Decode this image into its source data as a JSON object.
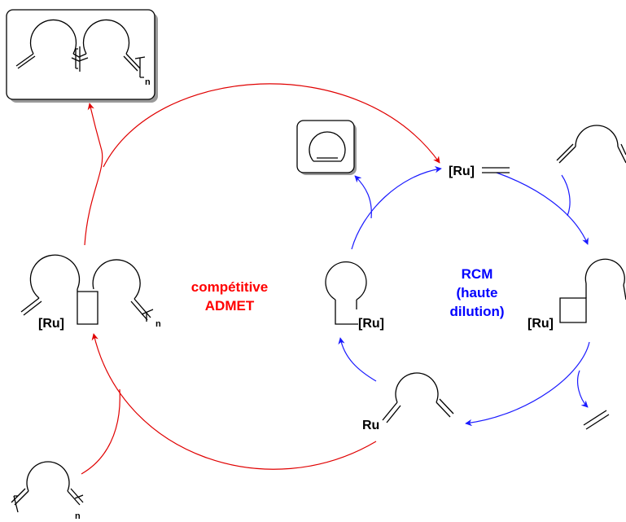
{
  "labels": {
    "ru_carbene": "[Ru]",
    "ru_metallacycle_left": "[Ru]",
    "ru_metallacycle_center": "[Ru]",
    "ru_metallacycle_right": "[Ru]",
    "ru_alkylidene_bottom": "Ru",
    "n_polymer_product": "n",
    "n_left_intermediate": "n",
    "n_monomer": "n"
  },
  "admet": {
    "line1": "compétitive",
    "line2": "ADMET",
    "color": "#ff0000"
  },
  "rcm": {
    "line1": "RCM",
    "line2": "(haute",
    "line3": "dilution)",
    "color": "#0000ff"
  },
  "colors": {
    "admet_arrows": "#e00000",
    "rcm_arrows": "#1a1aff",
    "bonds": "#000000"
  }
}
